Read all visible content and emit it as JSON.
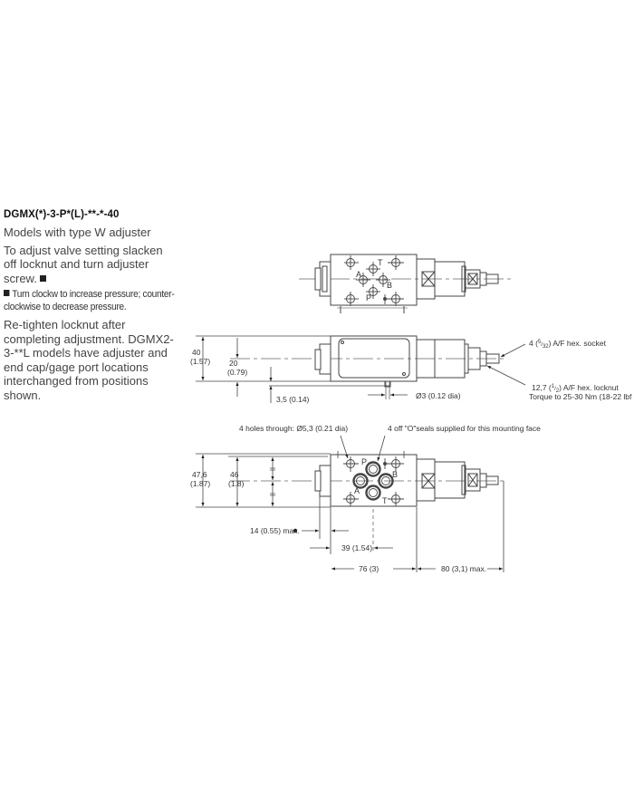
{
  "description": {
    "heading": "DGMX(*)-3-P*(L)-**-*-40",
    "subtitle": "Models with type W adjuster",
    "instruction": "To adjust valve setting slacken off locknut and turn adjuster screw.",
    "note": "Turn clockw to increase pressure; counter-clockwise to decrease pressure.",
    "retighten": "Re-tighten locknut after completing adjustment. DGMX2-3-**L models have adjuster and end cap/gage port locations interchanged from positions shown."
  },
  "top_view": {
    "port_labels": {
      "a": "A",
      "t": "T",
      "b": "B",
      "p": "P"
    }
  },
  "side_view": {
    "dim_height": "40",
    "dim_height_in": "(1.57)",
    "dim_center": "20",
    "dim_center_in": "(0.79)",
    "dim_offset": "3,5 (0.14)",
    "dim_pin": "Ø3 (0.12 dia)",
    "callout_socket_pre": "4 (",
    "callout_socket_frac_num": "5",
    "callout_socket_frac_den": "32",
    "callout_socket_post": ") A/F hex. socket",
    "callout_locknut_pre": "12,7 (",
    "callout_locknut_frac_num": "1",
    "callout_locknut_frac_den": "2",
    "callout_locknut_post": ") A/F hex. locknut",
    "callout_torque": "Torque to 25-30 Nm (18-22 lbf ft)"
  },
  "bottom_view": {
    "holes_note": "4 holes through: Ø5,3 (0.21 dia)",
    "seals_note": "4 off  \"O\"seals supplied for this mounting face",
    "dim_height": "47,6",
    "dim_height_in": "(1.87)",
    "dim_inner": "46",
    "dim_inner_in": "(1.8)",
    "dim_nut": "14 (0.55) max.",
    "dim_ports": "39 (1.54)",
    "dim_body": "76 (3)",
    "dim_adjuster": "80 (3,1) max.",
    "port_labels": {
      "p": "P",
      "a": "A",
      "b": "B",
      "t": "T"
    }
  }
}
